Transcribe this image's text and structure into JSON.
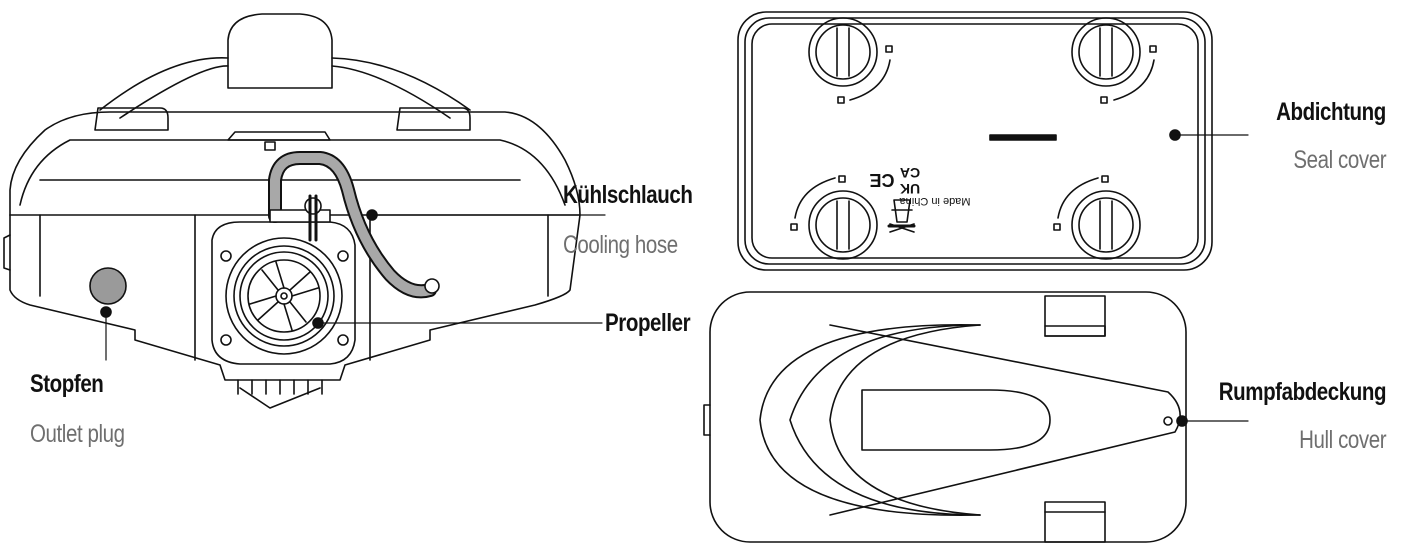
{
  "labels": {
    "cooling_hose": {
      "de": "Kühlschlauch",
      "en": "Cooling hose"
    },
    "propeller": {
      "de": "Propeller"
    },
    "outlet_plug": {
      "de": "Stopfen",
      "en": "Outlet plug"
    },
    "seal_cover": {
      "de": "Abdichtung",
      "en": "Seal cover"
    },
    "hull_cover": {
      "de": "Rumpfabdeckung",
      "en": "Hull cover"
    }
  },
  "markings": {
    "made_in": "Made in China",
    "ukca_top": "UK",
    "ukca_bottom": "CA",
    "ce": "CE"
  },
  "colors": {
    "line": "#111111",
    "label_primary": "#111111",
    "label_secondary": "#6f6f6f",
    "plug_fill": "#9a9a9a",
    "hose_fill": "#a8a8a8"
  }
}
